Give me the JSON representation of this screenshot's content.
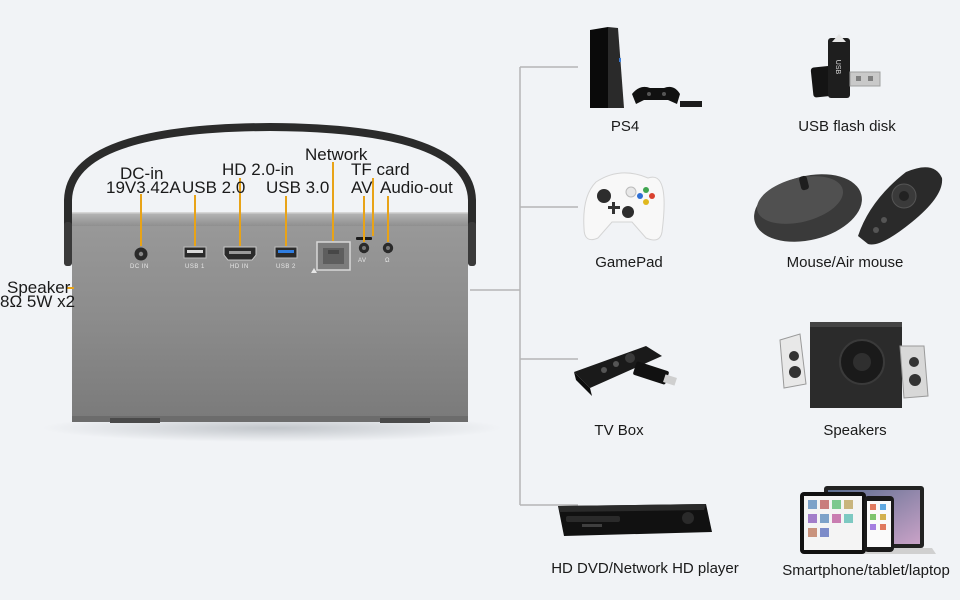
{
  "ports": {
    "dc_in": "DC-in",
    "dc_spec": "19V3.42A",
    "hd": "HD 2.0-in",
    "usb2": "USB 2.0",
    "usb3": "USB 3.0",
    "network": "Network",
    "tf": "TF card",
    "av": "AV",
    "audio": "Audio-out",
    "speaker": "Speaker",
    "speaker_spec": "8Ω 5W x2"
  },
  "panel": {
    "dc": "DC IN",
    "usb1": "USB 1",
    "hd": "HD IN",
    "usb2": "USB 2",
    "av": "AV",
    "audio": "Ω"
  },
  "devices": [
    {
      "label": "PS4"
    },
    {
      "label": "USB flash disk"
    },
    {
      "label": "GamePad"
    },
    {
      "label": "Mouse/Air mouse"
    },
    {
      "label": "TV Box"
    },
    {
      "label": "Speakers"
    },
    {
      "label": "HD DVD/Network HD player"
    },
    {
      "label": "Smartphone/tablet/laptop"
    }
  ],
  "usb_stick_text": "USB",
  "colors": {
    "leader": "#e8a317",
    "body": "#8a8a8a",
    "bracket": "#b5b5b5",
    "usb3_blue": "#2f7de0",
    "background": "#f1f3f6"
  }
}
